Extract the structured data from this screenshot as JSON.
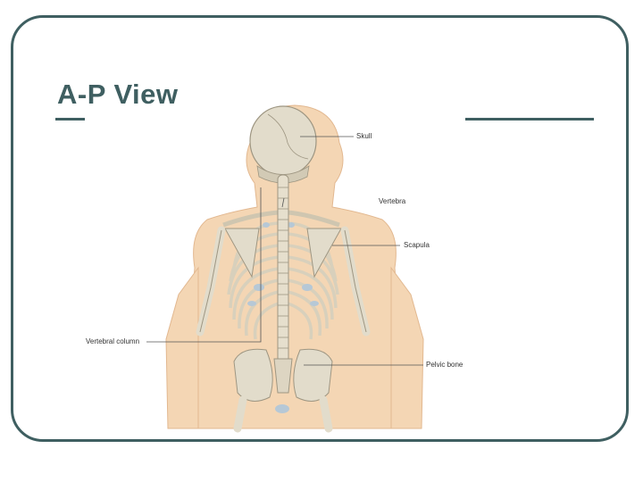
{
  "slide": {
    "title": "A-P View"
  },
  "figure": {
    "labels": {
      "skull": "Skull",
      "vertebra": "Vertebra",
      "scapula": "Scapula",
      "vertebral_column": "Vertebral column",
      "pelvic_bone": "Pelvic bone"
    }
  },
  "colors": {
    "frame": "#3f5f61",
    "skin": "#f4d6b4",
    "bone": "#e2dccb",
    "cartilage": "#b6c8d6"
  }
}
